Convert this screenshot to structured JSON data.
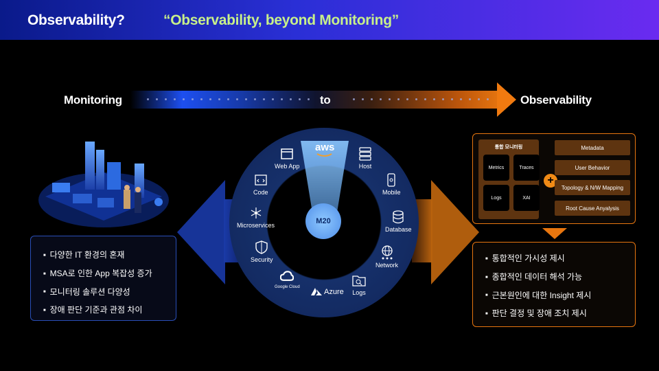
{
  "header": {
    "title": "Observability?",
    "subtitle": "“Observability, beyond Monitoring”"
  },
  "flow": {
    "from": "Monitoring",
    "mid": "to",
    "to": "Observability"
  },
  "center": {
    "core_label": "M20",
    "cloud_top": "aws",
    "nodes": {
      "web_app": "Web App",
      "host": "Host",
      "code": "Code",
      "mobile": "Mobile",
      "microservices": "Microservices",
      "database": "Database",
      "security": "Security",
      "network": "Network",
      "google_cloud": "Google Cloud",
      "azure": "Azure",
      "logs": "Logs"
    }
  },
  "left_box": {
    "items": [
      "다양한 IT 환경의 혼재",
      "MSA로 인한 App 복잡성 증가",
      "모니터링 솔루션 다양성",
      "장애 판단 기준과 관점 차이"
    ]
  },
  "right_panel": {
    "group_title": "통합 모니터링",
    "cells": [
      "Metrics",
      "Traces",
      "Logs",
      "XAI"
    ],
    "plus": "+",
    "tags": [
      "Metadata",
      "User Behavior",
      "Topology & N/W Mapping",
      "Root Cause Anyalysis"
    ]
  },
  "right_box": {
    "items": [
      "통합적인 가시성 제시",
      "종합적인 데이터 해석 가능",
      "근본원인에 대한 Insight 제시",
      "판단 결정 및 장애 조치 제시"
    ]
  },
  "colors": {
    "accent_green": "#c8f08a",
    "orange": "#e8760f",
    "blue": "#2a4fb8"
  }
}
